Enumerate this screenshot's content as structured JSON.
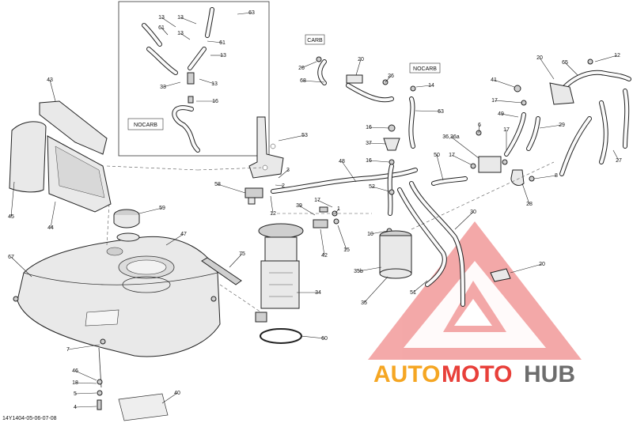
{
  "diagram": {
    "callouts": [
      {
        "id": "c63",
        "text": "63"
      },
      {
        "id": "c13a",
        "text": "13"
      },
      {
        "id": "c13b",
        "text": "13"
      },
      {
        "id": "c61a",
        "text": "61"
      },
      {
        "id": "c13c",
        "text": "13"
      },
      {
        "id": "c61b",
        "text": "61"
      },
      {
        "id": "c13d",
        "text": "13"
      },
      {
        "id": "c33",
        "text": "33"
      },
      {
        "id": "c13e",
        "text": "13"
      },
      {
        "id": "c16a",
        "text": "16"
      },
      {
        "id": "c43",
        "text": "43"
      },
      {
        "id": "c45",
        "text": "45"
      },
      {
        "id": "c44",
        "text": "44"
      },
      {
        "id": "c53",
        "text": "53"
      },
      {
        "id": "c3",
        "text": "3"
      },
      {
        "id": "c2",
        "text": "2"
      },
      {
        "id": "c58",
        "text": "58"
      },
      {
        "id": "c12a",
        "text": "12"
      },
      {
        "id": "c59",
        "text": "59"
      },
      {
        "id": "c47",
        "text": "47"
      },
      {
        "id": "c67",
        "text": "67"
      },
      {
        "id": "c75",
        "text": "75"
      },
      {
        "id": "c34",
        "text": "34"
      },
      {
        "id": "c60",
        "text": "60"
      },
      {
        "id": "c7",
        "text": "7"
      },
      {
        "id": "c46",
        "text": "46"
      },
      {
        "id": "c18",
        "text": "18"
      },
      {
        "id": "c5",
        "text": "5"
      },
      {
        "id": "c4",
        "text": "4"
      },
      {
        "id": "c40",
        "text": "40"
      },
      {
        "id": "c26a",
        "text": "26"
      },
      {
        "id": "c68",
        "text": "68"
      },
      {
        "id": "c20a",
        "text": "20"
      },
      {
        "id": "c26b",
        "text": "26"
      },
      {
        "id": "c14",
        "text": "14"
      },
      {
        "id": "c63b",
        "text": "63"
      },
      {
        "id": "c16b",
        "text": "16"
      },
      {
        "id": "c37",
        "text": "37"
      },
      {
        "id": "c16c",
        "text": "16"
      },
      {
        "id": "c48",
        "text": "48"
      },
      {
        "id": "c52",
        "text": "52"
      },
      {
        "id": "c39",
        "text": "39"
      },
      {
        "id": "c17a",
        "text": "17"
      },
      {
        "id": "c1",
        "text": "1"
      },
      {
        "id": "c10",
        "text": "10"
      },
      {
        "id": "c42",
        "text": "42"
      },
      {
        "id": "c15",
        "text": "15"
      },
      {
        "id": "c35b",
        "text": "35b"
      },
      {
        "id": "c35",
        "text": "35"
      },
      {
        "id": "c51",
        "text": "51"
      },
      {
        "id": "c30",
        "text": "30"
      },
      {
        "id": "c20b",
        "text": "20"
      },
      {
        "id": "c50",
        "text": "50"
      },
      {
        "id": "c17b",
        "text": "17"
      },
      {
        "id": "c36",
        "text": "36,36a"
      },
      {
        "id": "c6",
        "text": "6"
      },
      {
        "id": "c41",
        "text": "41"
      },
      {
        "id": "c17c",
        "text": "17"
      },
      {
        "id": "c49",
        "text": "49"
      },
      {
        "id": "c17d",
        "text": "17"
      },
      {
        "id": "c29",
        "text": "29"
      },
      {
        "id": "c28",
        "text": "28"
      },
      {
        "id": "c8",
        "text": "8"
      },
      {
        "id": "c20c",
        "text": "20"
      },
      {
        "id": "c65",
        "text": "65"
      },
      {
        "id": "c12b",
        "text": "12"
      },
      {
        "id": "c27",
        "text": "27"
      }
    ],
    "box_labels": {
      "nocarb_inset": "NOCARB",
      "carb": "CARB",
      "nocarb_right": "NOCARB"
    },
    "footer_code": "14Y1404-05-06-07-08"
  },
  "watermark": {
    "text_part1": "AUTO",
    "text_part2": "MOTO",
    "text_part3": "HUB",
    "color_orange": "#f5a623",
    "color_red": "#e8403a",
    "color_gray": "#6d6d6d",
    "triangle_color": "#f29a9a"
  }
}
